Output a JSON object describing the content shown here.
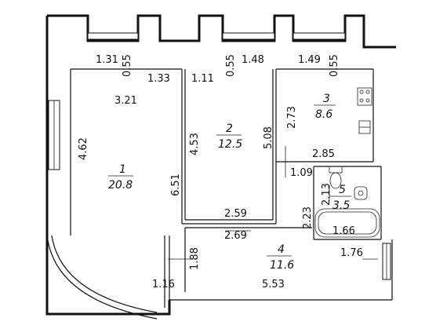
{
  "rooms": [
    {
      "number": "1",
      "area": "20.8"
    },
    {
      "number": "2",
      "area": "12.5"
    },
    {
      "number": "3",
      "area": "8.6"
    },
    {
      "number": "4",
      "area": "11.6"
    },
    {
      "number": "5",
      "area": "3.5"
    }
  ],
  "dimensions": {
    "d_131": "1.31",
    "d_055a": "0.55",
    "d_133": "1.33",
    "d_111": "1.11",
    "d_055b": "0.55",
    "d_148": "1.48",
    "d_149": "1.49",
    "d_055c": "0.55",
    "d_321": "3.21",
    "d_462": "4.62",
    "d_651": "6.51",
    "d_453": "4.53",
    "d_508": "5.08",
    "d_273": "2.73",
    "d_285": "2.85",
    "d_109": "1.09",
    "d_213": "2.13",
    "d_223": "2.23",
    "d_166": "1.66",
    "d_259": "2.59",
    "d_269": "2.69",
    "d_188": "1.88",
    "d_176": "1.76",
    "d_116": "1.16",
    "d_553": "5.53"
  }
}
